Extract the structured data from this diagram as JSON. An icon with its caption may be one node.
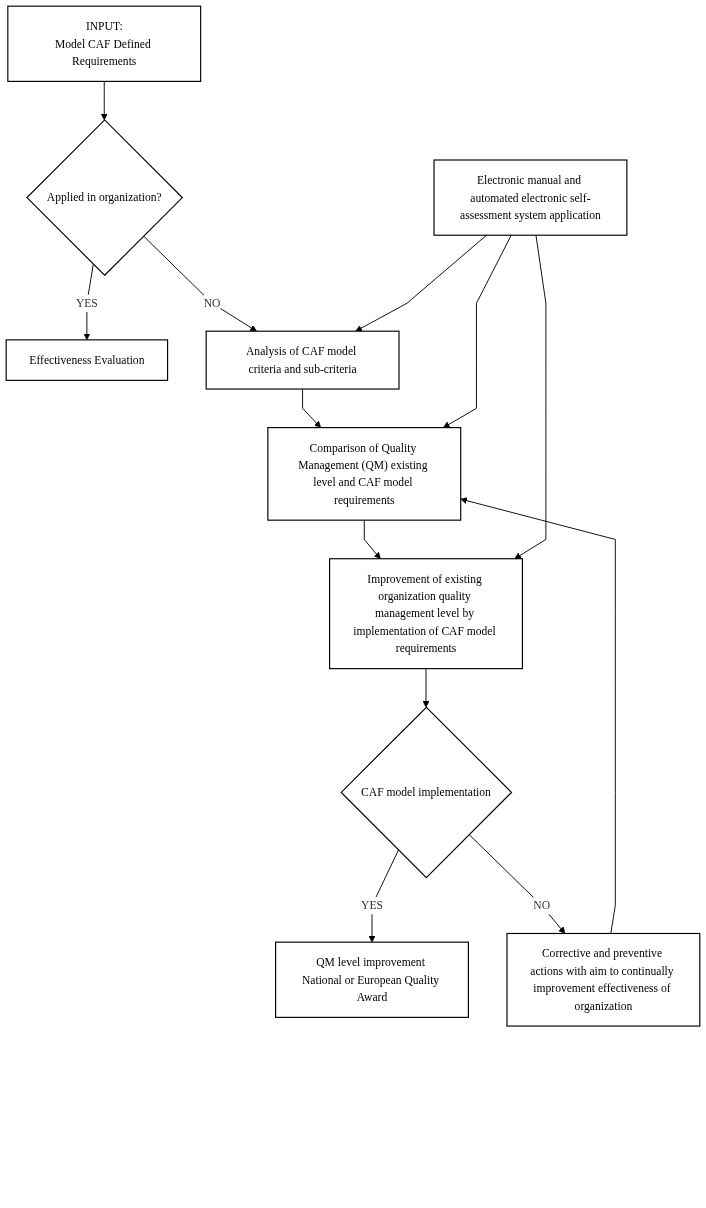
{
  "diagram": {
    "nodes": [
      {
        "text": [
          "INPUT:",
          "Model CAF Defined Requirements"
        ]
      },
      {
        "text": [
          "Applied in organization?"
        ]
      },
      {
        "text": [
          "Effectiveness Evaluation"
        ]
      },
      {
        "text": [
          "Analysis of CAF model criteria and sub-criteria"
        ]
      },
      {
        "text": [
          "Comparison of Quality Management (QM) existing level and CAF model requirements"
        ]
      },
      {
        "text": [
          "Electronic manual and automated electronic self-assessment system application"
        ]
      },
      {
        "text": [
          "Improvement of existing organization quality management level by implementation of CAF model requirements"
        ]
      },
      {
        "text": [
          "CAF model implementation"
        ]
      },
      {
        "text": [
          "QM level improvement National or European Quality Award"
        ]
      },
      {
        "text": [
          "Corrective and preventive actions with aim to continually improvement effectiveness of organization"
        ]
      }
    ],
    "edges": [
      {
        "from": 0,
        "to": 1,
        "arrow": "to"
      },
      {
        "from": 1,
        "to": 2,
        "arrow": "to",
        "label": "YES"
      },
      {
        "from": 1,
        "to": 3,
        "arrow": "to",
        "label": "NO"
      },
      {
        "from": 5,
        "to": 3,
        "arrow": "to"
      },
      {
        "from": 3,
        "to": 4,
        "arrow": "to"
      },
      {
        "from": 5,
        "to": 4,
        "arrow": "to"
      },
      {
        "from": 4,
        "to": 6,
        "arrow": "to"
      },
      {
        "from": 5,
        "to": 6,
        "arrow": "to"
      },
      {
        "from": 6,
        "to": 7,
        "arrow": "to"
      },
      {
        "from": 7,
        "to": 8,
        "arrow": "to",
        "label": "YES"
      },
      {
        "from": 7,
        "to": 9,
        "arrow": "to",
        "label": "NO"
      },
      {
        "from": 9,
        "to": 4,
        "arrow": "to"
      }
    ]
  }
}
